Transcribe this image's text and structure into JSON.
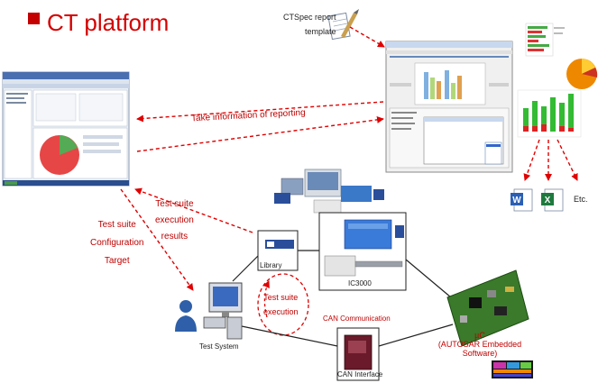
{
  "title": "CT platform",
  "template": {
    "line1": "CTSpec report",
    "line2": "template"
  },
  "arrows": {
    "reporting": "Take information of reporting",
    "results": [
      "Test suite",
      "execution",
      "results"
    ],
    "config": [
      "Test suite",
      "Configuration",
      "Target"
    ],
    "execution": [
      "Test suite",
      "execution"
    ]
  },
  "nodes": {
    "library": "Library",
    "ic": "IC3000",
    "test_system": "Test System",
    "can_comm": "CAN Communication",
    "can_interface": "CAN Interface",
    "uc": [
      "µC",
      "(AUTOSAR Embedded",
      "Software)"
    ],
    "etc": "Etc."
  },
  "colors": {
    "accent_red": "#d40000",
    "arrow_red": "#e00000",
    "line_dark": "#222222"
  }
}
